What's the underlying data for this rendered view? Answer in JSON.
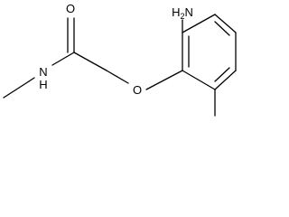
{
  "molecule": {
    "atoms": {
      "amine_N": "H",
      "amine_N_sub": "2",
      "amine_N_sym": "N",
      "carbonyl_O": "O",
      "ether_O": "O",
      "amide_N": "N",
      "amide_H": "H"
    }
  }
}
